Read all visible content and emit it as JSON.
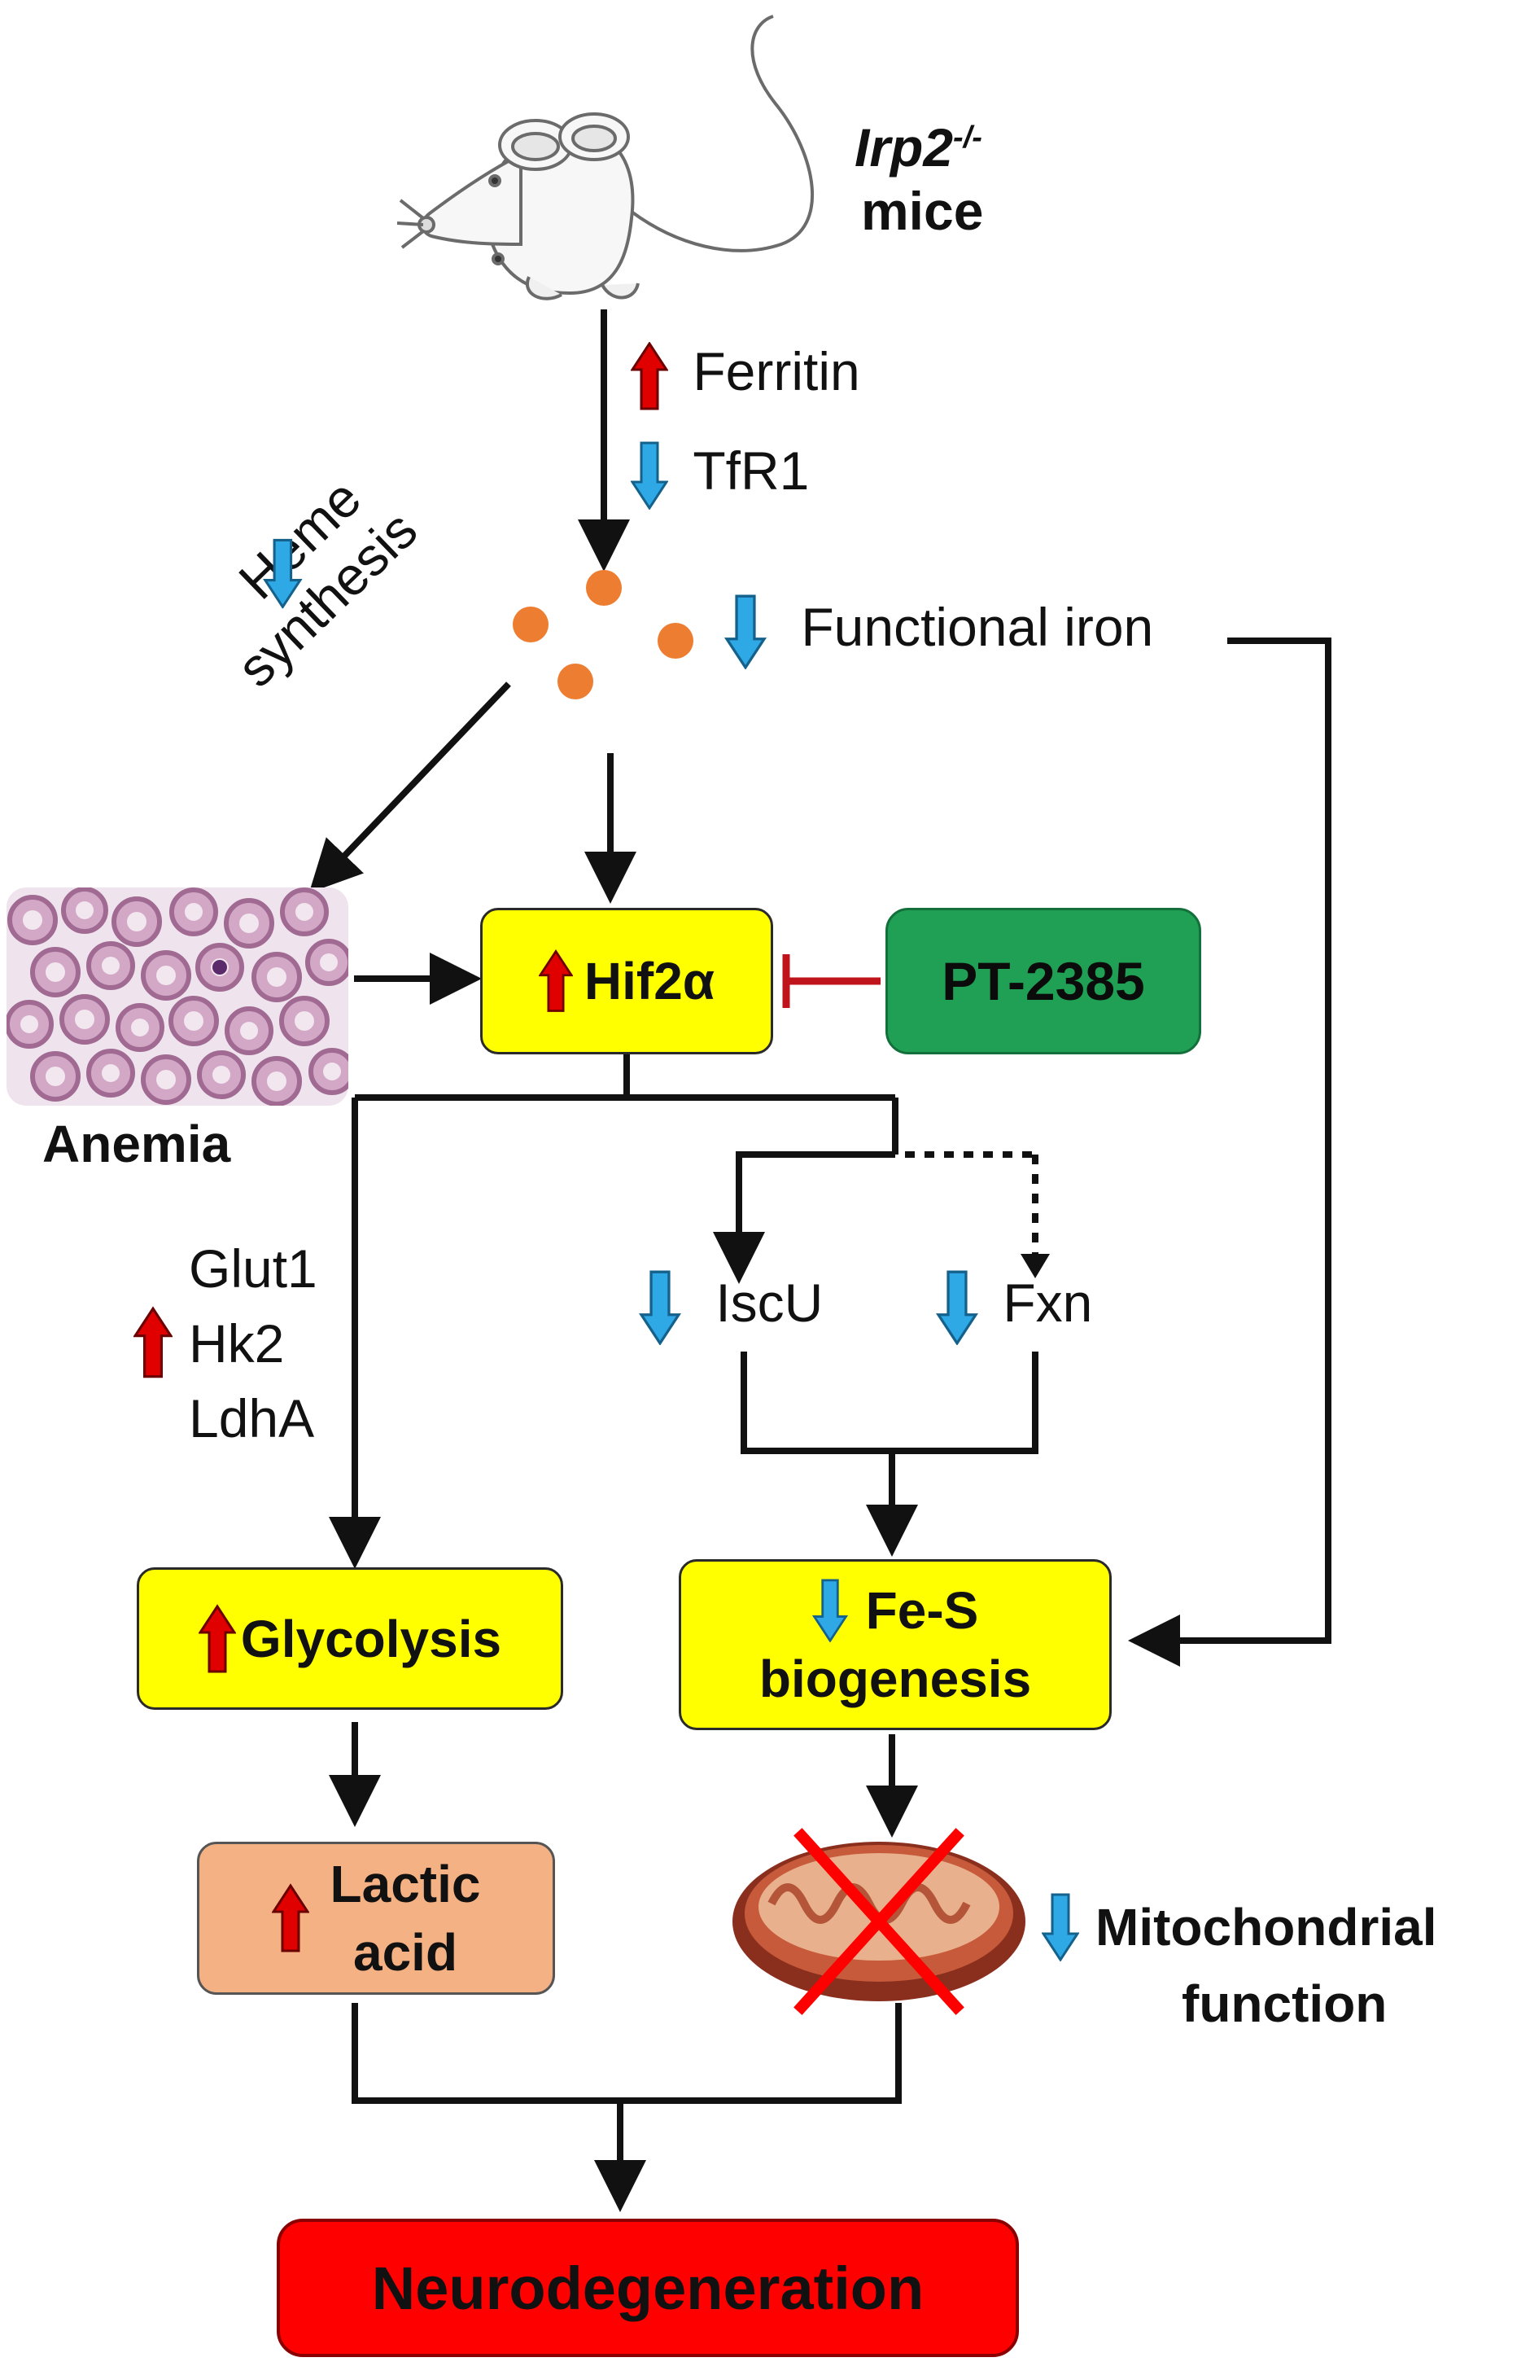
{
  "mouse": {
    "gene": "Irp2",
    "superscript": "-/-",
    "word": "mice"
  },
  "changes": {
    "ferritin": "Ferritin",
    "tfr1": "TfR1"
  },
  "iron": {
    "label": "Functional iron"
  },
  "heme": {
    "line1": "Heme",
    "line2": "synthesis"
  },
  "anemia": {
    "label": "Anemia"
  },
  "hif": {
    "label": "Hif2α"
  },
  "inhibitor": {
    "label": "PT-2385"
  },
  "glycolysis_genes": [
    "Glut1",
    "Hk2",
    "LdhA"
  ],
  "iscu": {
    "label": "IscU"
  },
  "fxn": {
    "label": "Fxn"
  },
  "glycolysis": {
    "label": "Glycolysis"
  },
  "fes": {
    "line1": "Fe-S",
    "line2": "biogenesis"
  },
  "lactic": {
    "line1": "Lactic",
    "line2": "acid"
  },
  "mito": {
    "line1": "Mitochondrial",
    "line2": "function"
  },
  "outcome": {
    "label": "Neurodegeneration"
  },
  "colors": {
    "up_arrow": "#e00000",
    "down_arrow": "#2fa8e6",
    "box_yellow": "#ffff00",
    "box_green": "#1fa054",
    "box_salmon": "#f4b183",
    "box_red": "#ff0000",
    "inhibition": "#c0141c",
    "iron_dot": "#ed7d31"
  }
}
